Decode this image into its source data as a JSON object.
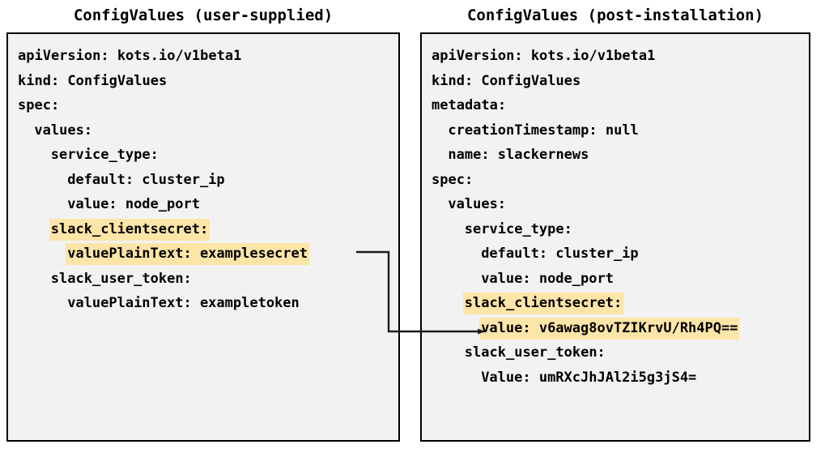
{
  "colors": {
    "panel_background": "#f2f2f2",
    "panel_border": "#000000",
    "highlight": "#fde5a8",
    "text": "#000000",
    "connector": "#1a1a1a"
  },
  "panels": [
    {
      "id": "user-supplied",
      "title": "ConfigValues (user-supplied)",
      "lines": [
        {
          "indent": 0,
          "text": "apiVersion: kots.io/v1beta1",
          "highlight": false
        },
        {
          "indent": 0,
          "text": "kind: ConfigValues",
          "highlight": false
        },
        {
          "indent": 0,
          "text": "spec:",
          "highlight": false
        },
        {
          "indent": 1,
          "text": "values:",
          "highlight": false
        },
        {
          "indent": 2,
          "text": "service_type:",
          "highlight": false
        },
        {
          "indent": 3,
          "text": "default: cluster_ip",
          "highlight": false
        },
        {
          "indent": 3,
          "text": "value: node_port",
          "highlight": false
        },
        {
          "indent": 2,
          "text": "slack_clientsecret:",
          "highlight": true
        },
        {
          "indent": 3,
          "text": "valuePlainText: examplesecret",
          "highlight": true
        },
        {
          "indent": 2,
          "text": "slack_user_token:",
          "highlight": false
        },
        {
          "indent": 3,
          "text": "valuePlainText: exampletoken",
          "highlight": false
        }
      ]
    },
    {
      "id": "post-installation",
      "title": "ConfigValues (post-installation)",
      "lines": [
        {
          "indent": 0,
          "text": "apiVersion: kots.io/v1beta1",
          "highlight": false
        },
        {
          "indent": 0,
          "text": "kind: ConfigValues",
          "highlight": false
        },
        {
          "indent": 0,
          "text": "metadata:",
          "highlight": false
        },
        {
          "indent": 1,
          "text": "creationTimestamp: null",
          "highlight": false
        },
        {
          "indent": 1,
          "text": "name: slackernews",
          "highlight": false
        },
        {
          "indent": 0,
          "text": "spec:",
          "highlight": false
        },
        {
          "indent": 1,
          "text": "values:",
          "highlight": false
        },
        {
          "indent": 2,
          "text": "service_type:",
          "highlight": false
        },
        {
          "indent": 3,
          "text": "default: cluster_ip",
          "highlight": false
        },
        {
          "indent": 3,
          "text": "value: node_port",
          "highlight": false
        },
        {
          "indent": 2,
          "text": "slack_clientsecret:",
          "highlight": true
        },
        {
          "indent": 3,
          "text": "value: v6awag8ovTZIKrvU/Rh4PQ==",
          "highlight": true
        },
        {
          "indent": 2,
          "text": "slack_user_token:",
          "highlight": false
        },
        {
          "indent": 3,
          "text": "Value: umRXcJhJAl2i5g3jS4=",
          "highlight": false
        }
      ]
    }
  ],
  "connector": {
    "from_label": "valuePlainText: examplesecret",
    "to_label": "value: v6awag8ovTZIKrvU/Rh4PQ=="
  }
}
